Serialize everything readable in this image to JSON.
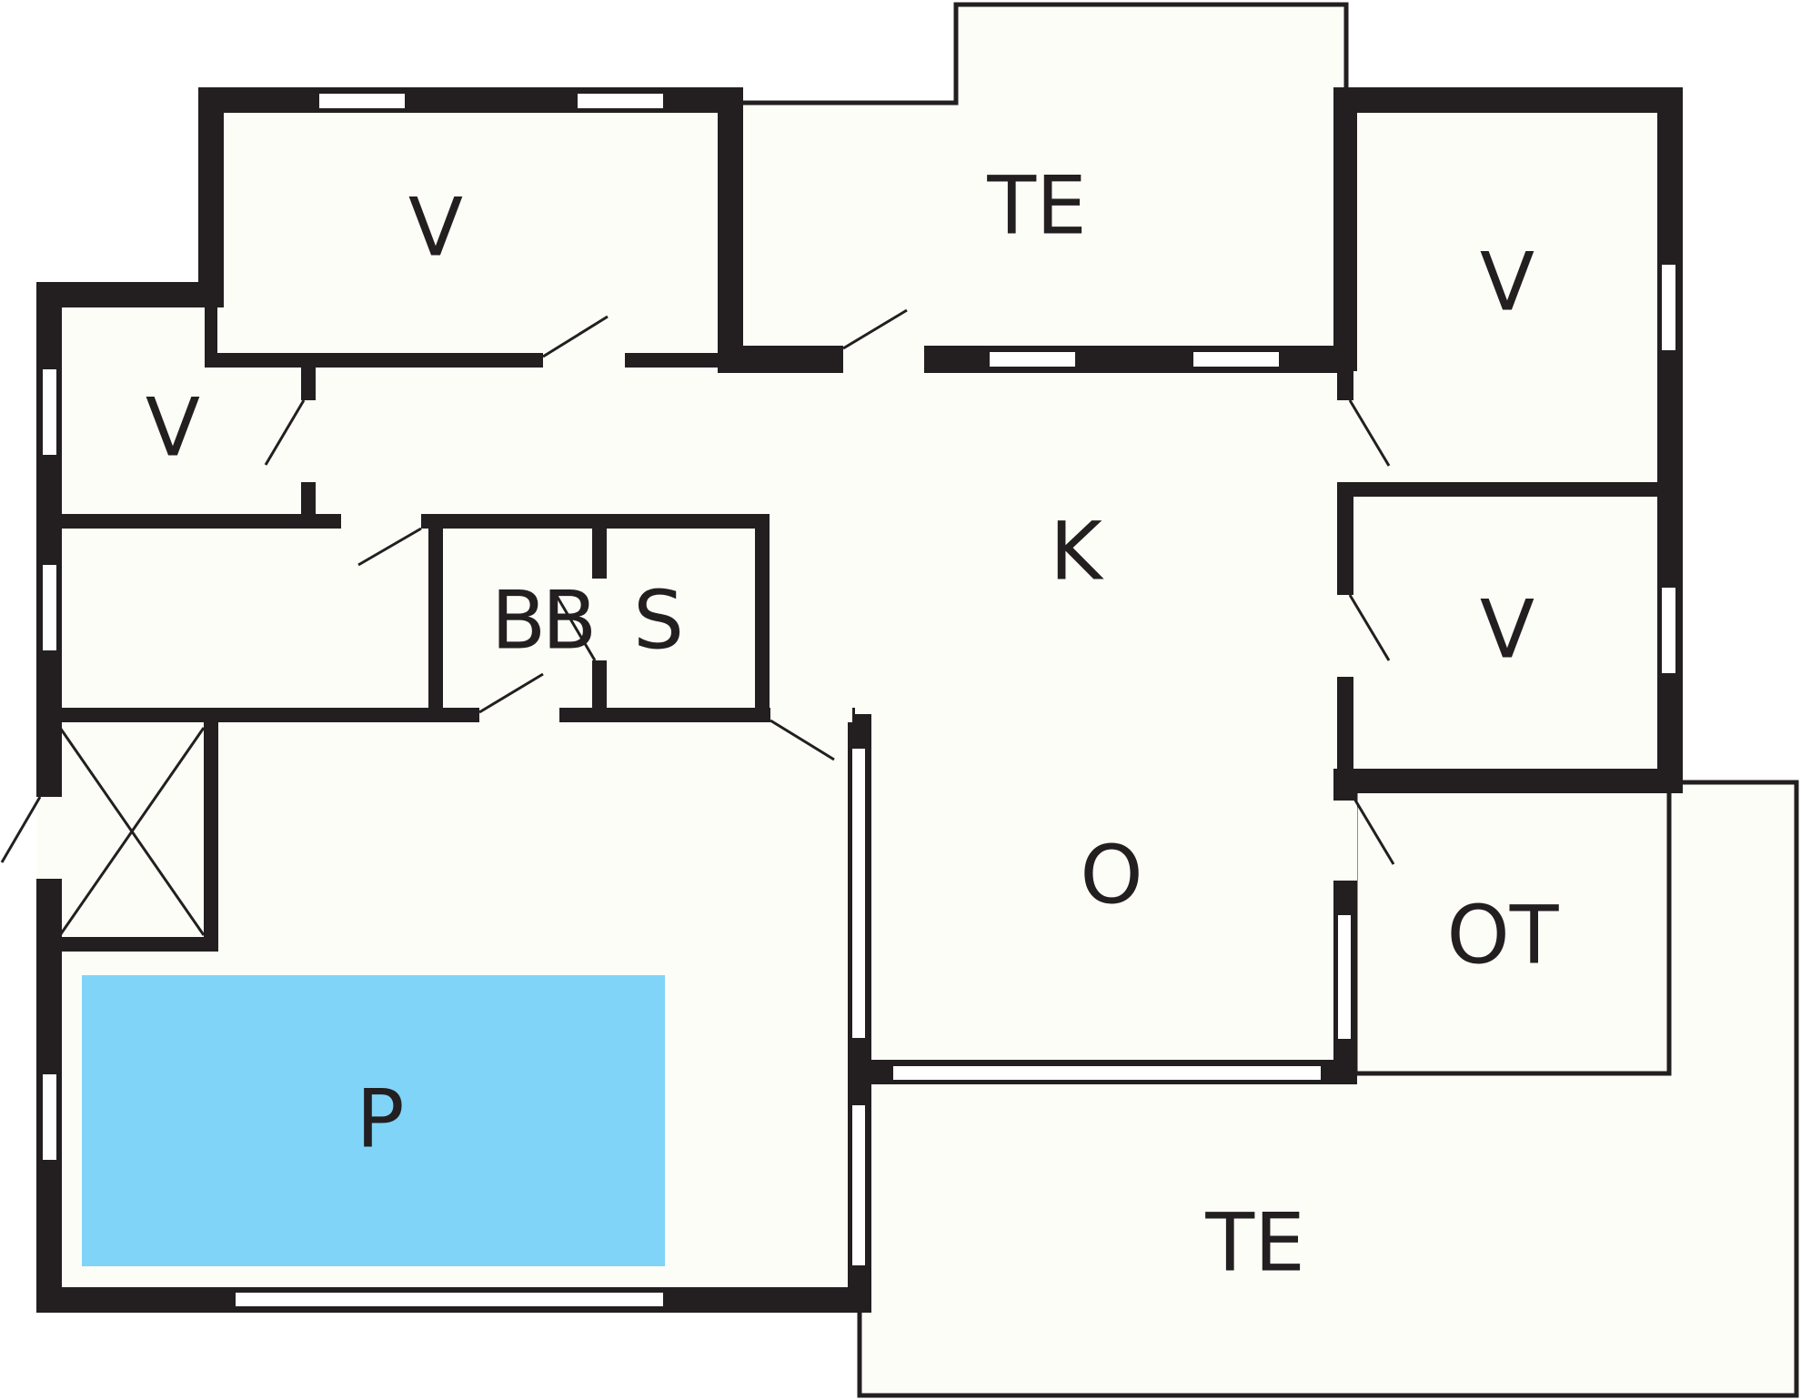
{
  "colors": {
    "wall": "#231f20",
    "floor": "#fdfdf8",
    "pool": "#80d4f8",
    "window": "#ffffff",
    "background": "#ffffff"
  },
  "rooms": {
    "bedroom_top": "V",
    "bedroom_left": "V",
    "terrace_top": "TE",
    "bedroom_right_top": "V",
    "bedroom_right_mid": "V",
    "kitchen": "K",
    "bathroom_1": "B",
    "bathroom_2": "B",
    "sauna": "S",
    "living_room": "O",
    "covered_terrace": "OT",
    "pool": "P",
    "terrace_bottom": "TE"
  }
}
